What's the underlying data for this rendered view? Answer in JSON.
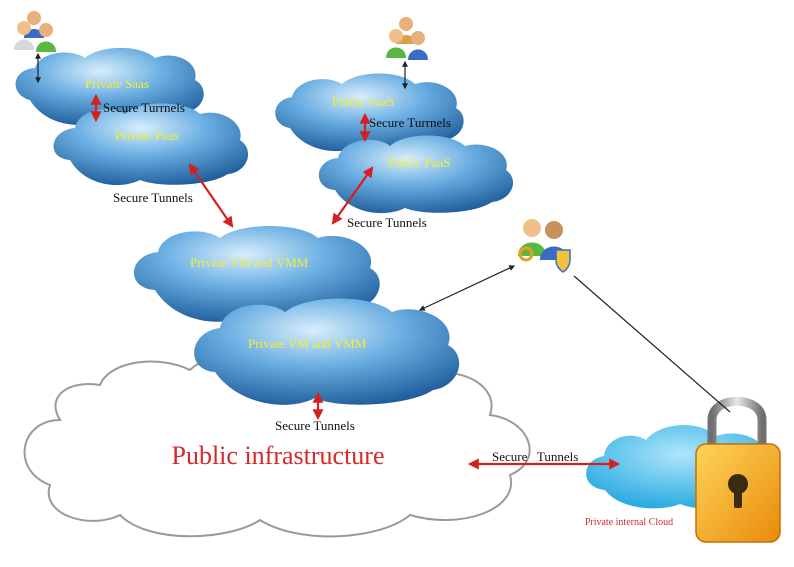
{
  "colors": {
    "cloud_blue_light": "#cfe8f8",
    "cloud_blue": "#5aa2dc",
    "cloud_blue_dark": "#1f5f9c",
    "cloud_label": "#f2ee38",
    "secure_arrow": "#d62020",
    "connector": "#222222",
    "public_infra_text": "#d42a2a",
    "private_internal_text": "#d42a2a",
    "lock_body": "#f6b21a",
    "lock_shackle": "#a8a8a8",
    "internal_cloud": "#55c7f0"
  },
  "clouds": {
    "private_saas": "Private Saas",
    "private_paas": "Private Paas",
    "public_saas": "Public SaaS",
    "public_paas": "Public PaaS",
    "private_vm_back": "Private VM and VMM",
    "private_vm_front": "Private VM and VMM",
    "public_infrastructure": "Public infrastructure",
    "private_internal": "Private internal Cloud"
  },
  "tunnels": {
    "private_top": "Secure Turrnels",
    "public_top": "Secure Turrnels",
    "left_diag": "Secure Tunnels",
    "right_diag": "Secure Tunnels",
    "vm_to_public": "Secure Tunnels",
    "public_to_internal": "Secure   Tunnels"
  },
  "icons": {
    "users_top_left": "users-group-icon",
    "users_top_right": "users-group-icon",
    "admin_users": "admin-users-icon",
    "padlock": "padlock-icon"
  }
}
